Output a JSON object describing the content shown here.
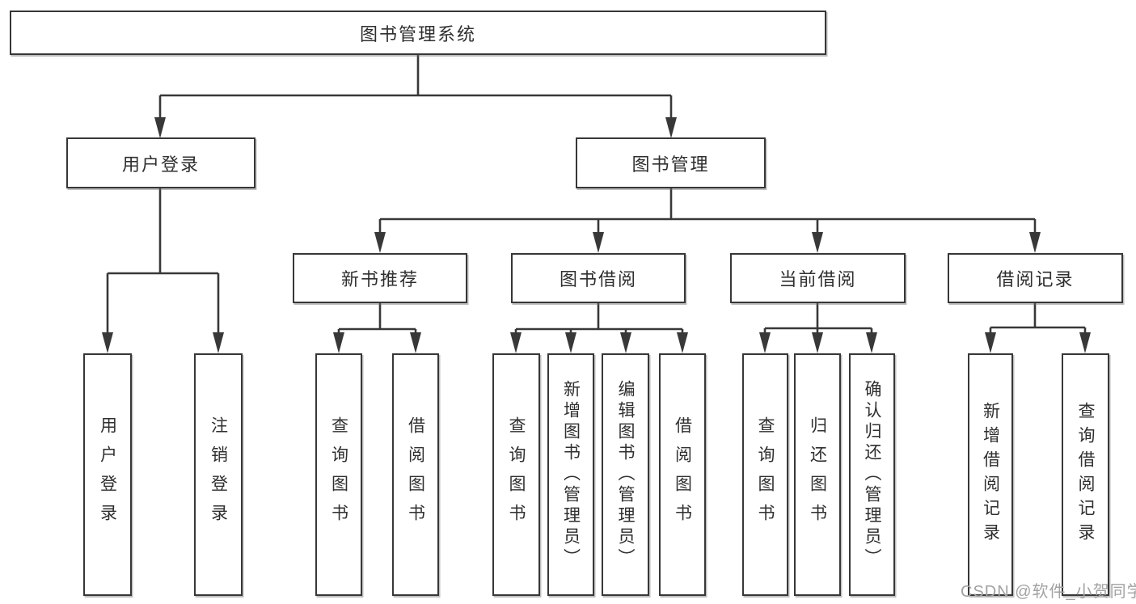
{
  "diagram": {
    "title": "图书管理系统",
    "type": "hierarchy",
    "colors": {
      "line": "#383838",
      "border": "#373737",
      "text": "#2f2f2f",
      "watermark": "#a2a2a2",
      "background": "#ffffff"
    },
    "nodes": {
      "root": "图书管理系统",
      "user_login": "用户登录",
      "book_mgmt": "图书管理",
      "new_book_rec": "新书推荐",
      "book_borrow": "图书借阅",
      "current_borrow": "当前借阅",
      "borrow_record": "借阅记录",
      "leaf_user_login": "用户登录",
      "leaf_logout": "注销登录",
      "leaf_query_book_rec": "查询图书",
      "leaf_borrow_book_rec": "借阅图书",
      "leaf_query_book_bor": "查询图书",
      "leaf_add_book_admin": "新增图书（管理员）",
      "leaf_edit_book_admin": "编辑图书（管理员）",
      "leaf_borrow_book_bor": "借阅图书",
      "leaf_query_book_cur": "查询图书",
      "leaf_return_book": "归还图书",
      "leaf_confirm_return_admin": "确认归还（管理员）",
      "leaf_add_borrow_record": "新增借阅记录",
      "leaf_query_borrow_record": "查询借阅记录"
    },
    "edges": [
      "图书管理系统→用户登录",
      "图书管理系统→图书管理",
      "用户登录→用户登录",
      "用户登录→注销登录",
      "图书管理→新书推荐",
      "图书管理→图书借阅",
      "图书管理→当前借阅",
      "图书管理→借阅记录",
      "新书推荐→查询图书",
      "新书推荐→借阅图书",
      "图书借阅→查询图书",
      "图书借阅→新增图书（管理员）",
      "图书借阅→编辑图书（管理员）",
      "图书借阅→借阅图书",
      "当前借阅→查询图书",
      "当前借阅→归还图书",
      "当前借阅→确认归还（管理员）",
      "借阅记录→新增借阅记录",
      "借阅记录→查询借阅记录"
    ],
    "watermark": "CSDN @软件_小贺同学"
  }
}
